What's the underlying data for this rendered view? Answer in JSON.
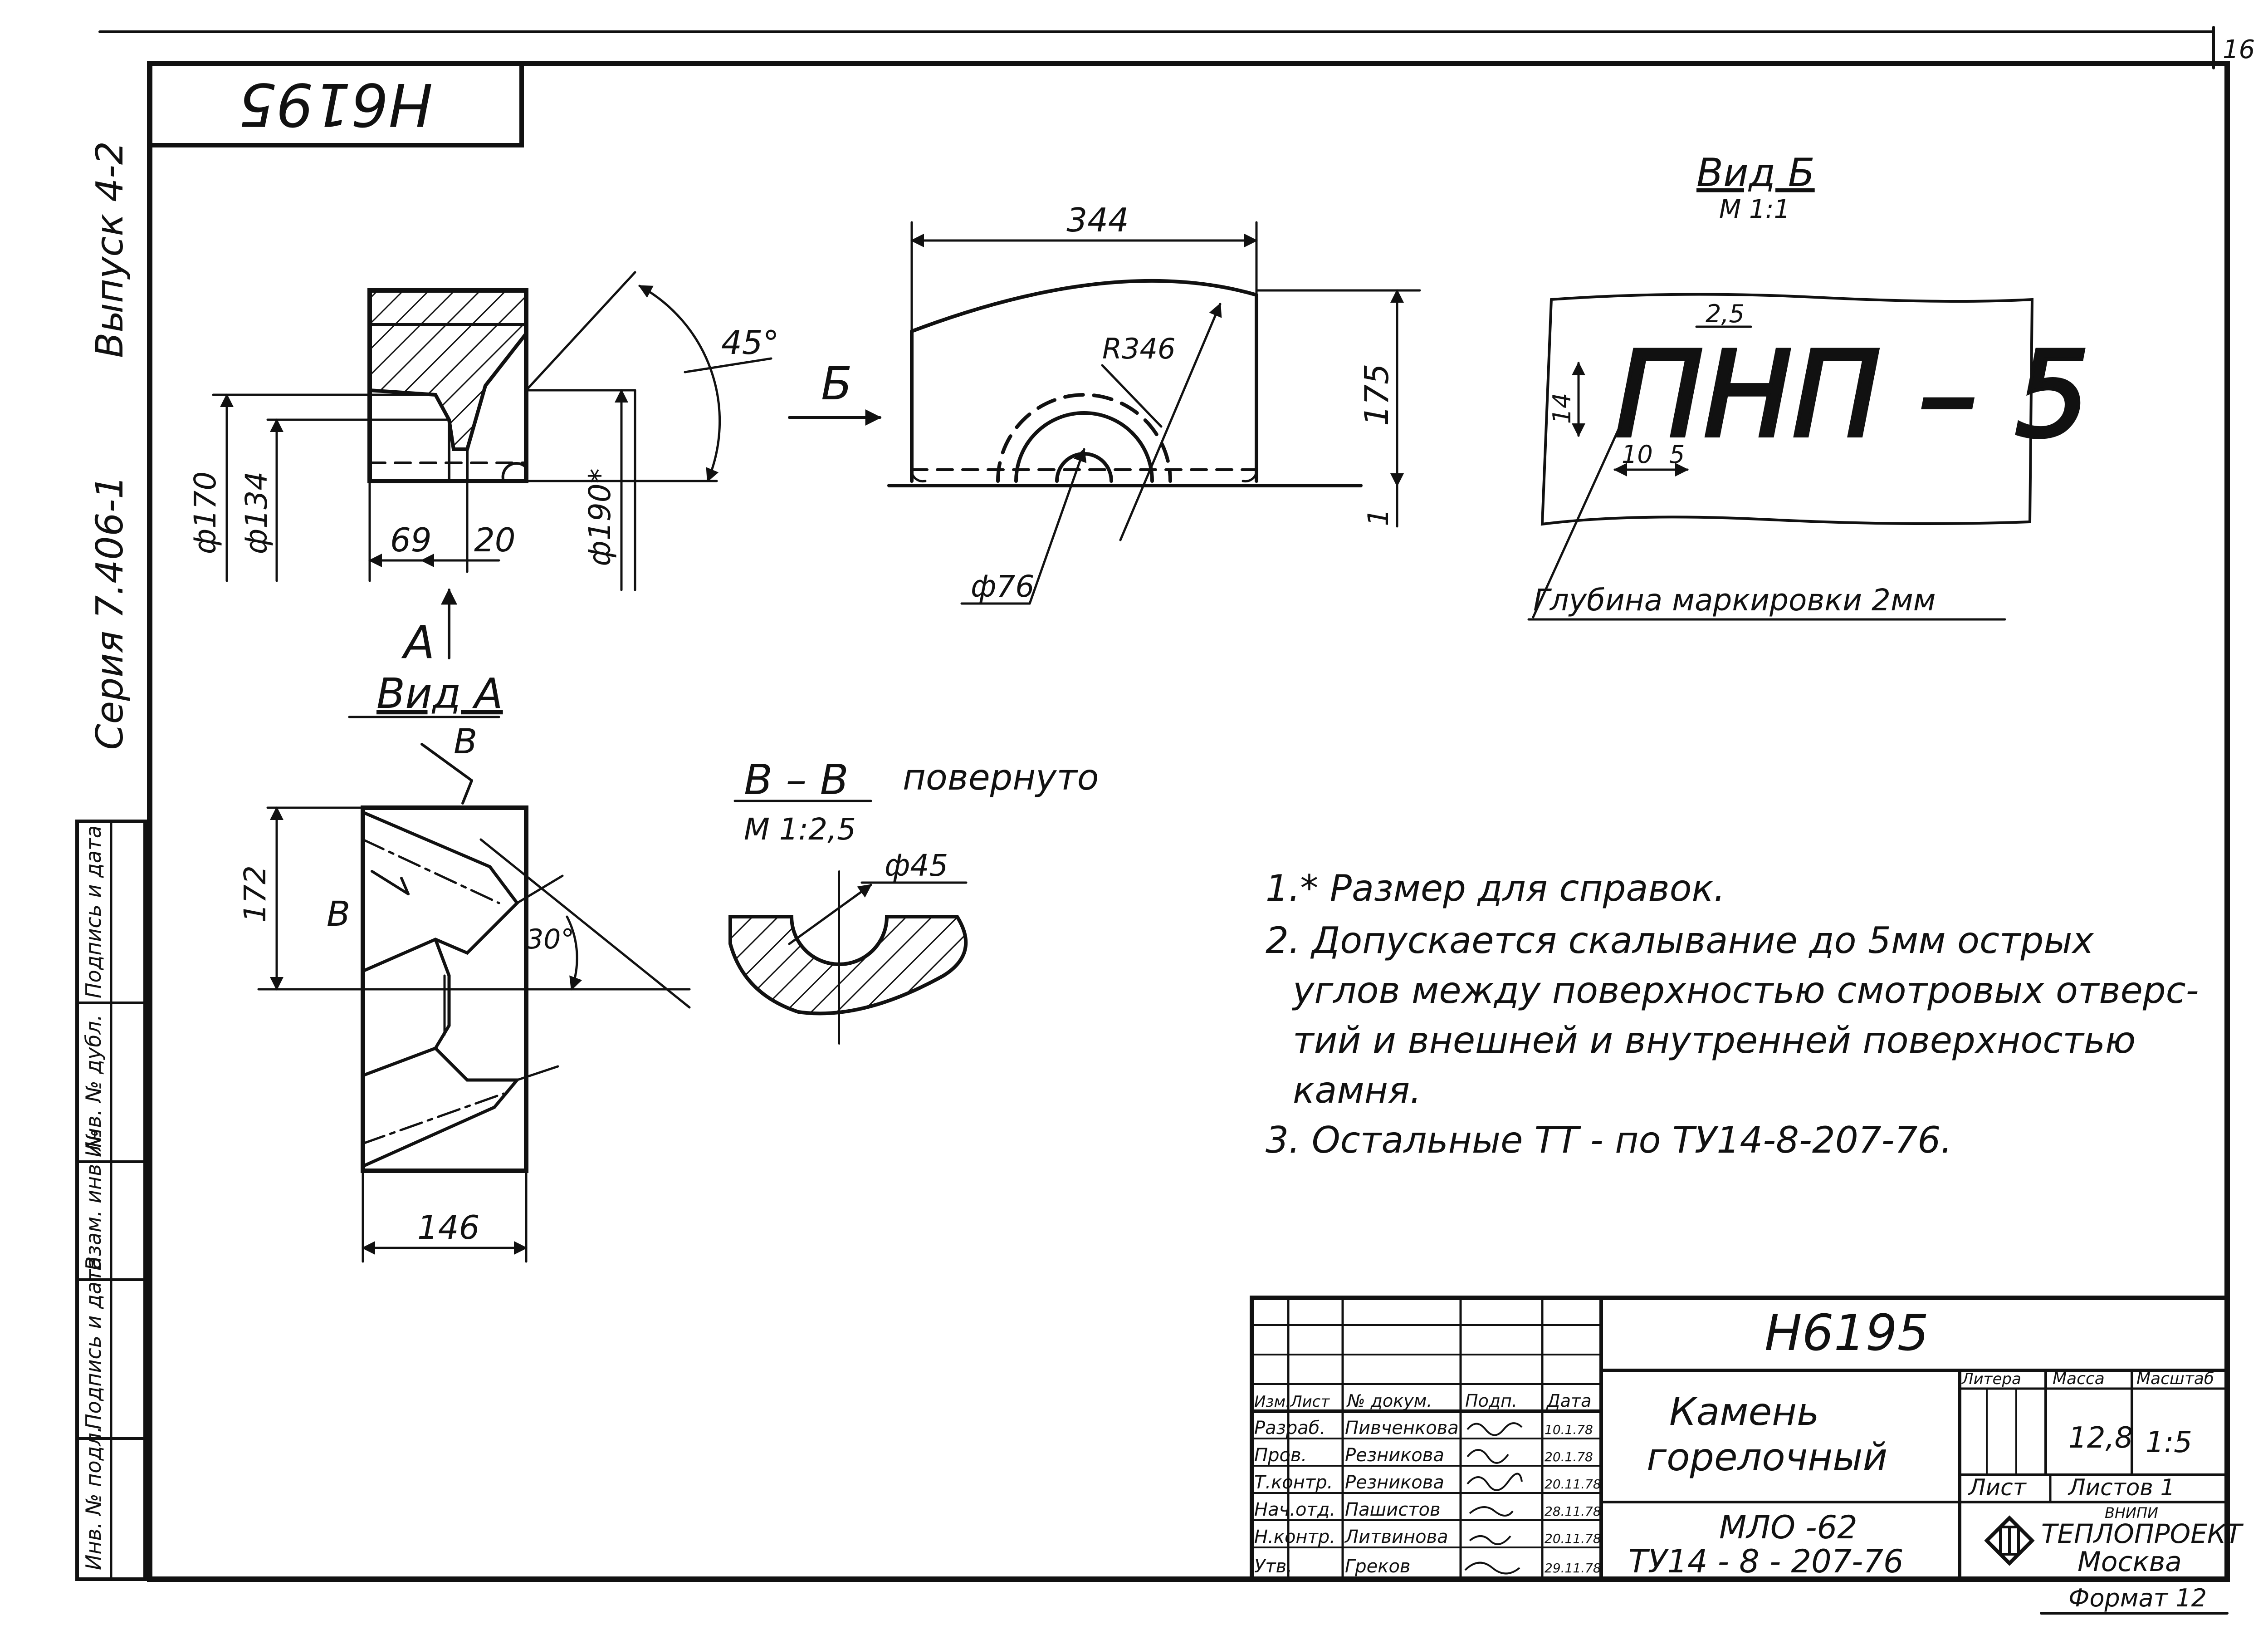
{
  "sheet": {
    "page_number": "16",
    "designation_box": "H6195",
    "side_series": "Серия 7.406-1",
    "side_issue": "Выпуск 4-2",
    "side_stamp": [
      "Инв. № подл.",
      "Подпись и дата",
      "Взам. инв. №",
      "Инв. № дубл.",
      "Подпись и дата"
    ]
  },
  "views": {
    "front": {
      "dim_170": "ф170",
      "dim_134": "ф134",
      "dim_190": "ф190*",
      "dim_69": "69",
      "dim_20": "20",
      "angle_45": "45°",
      "arrow_A": "А"
    },
    "side": {
      "arrow_B": "Б",
      "dim_344": "344",
      "dim_175": "175",
      "radius": "R346",
      "dim_76": "ф76",
      "dim_1": "1"
    },
    "view_B": {
      "title": "Вид Б",
      "scale": "М 1:1",
      "marking": "ПНП – 5",
      "dim_2_5": "2,5",
      "dim_14": "14",
      "dim_10": "10",
      "dim_5": "5",
      "depth_note": "Глубина маркировки 2мм"
    },
    "view_A": {
      "title": "Вид А",
      "cut_label_top": "В",
      "cut_label_left": "В",
      "dim_172": "172",
      "angle_30": "30°",
      "dim_146": "146"
    },
    "section": {
      "title": "В – В",
      "rotated": "повернуто",
      "scale": "М 1:2,5",
      "dim_45": "ф45"
    }
  },
  "notes": [
    "1.* Размер для справок.",
    "2. Допускается скалывание до 5мм острых",
    "углов между поверхностью смотровых отверс-",
    "тий и внешней и внутренней поверхностью",
    "камня.",
    "3. Остальные ТТ - по ТУ14-8-207-76."
  ],
  "title_block": {
    "designation": "H6195",
    "name_line1": "Камень",
    "name_line2": "горелочный",
    "material_line1": "МЛО -62",
    "material_line2": "ТУ14 - 8 - 207-76",
    "col_headers": [
      "Изм.",
      "Лист",
      "№ докум.",
      "Подп.",
      "Дата"
    ],
    "signers": [
      {
        "role": "Разраб.",
        "name": "Пивченкова",
        "date": "10.1.78"
      },
      {
        "role": "Пров.",
        "name": "Резникова",
        "date": "20.1.78"
      },
      {
        "role": "Т.контр.",
        "name": "Резникова",
        "date": "20.11.78"
      },
      {
        "role": "Нач.отд.",
        "name": "Пашистов",
        "date": "28.11.78"
      },
      {
        "role": "Н.контр.",
        "name": "Литвинова",
        "date": "20.11.78"
      },
      {
        "role": "Утв.",
        "name": "Греков",
        "date": "29.11.78"
      }
    ],
    "hdr_litera": "Литера",
    "hdr_massa": "Масса",
    "hdr_scale": "Масштаб",
    "mass": "12,8",
    "scale": "1:5",
    "sheet_label": "Лист",
    "sheets_label": "Листов 1",
    "org_prefix": "ВНИПИ",
    "org": "ТЕПЛОПРОЕКТ",
    "city": "Москва",
    "format": "Формат 12"
  }
}
